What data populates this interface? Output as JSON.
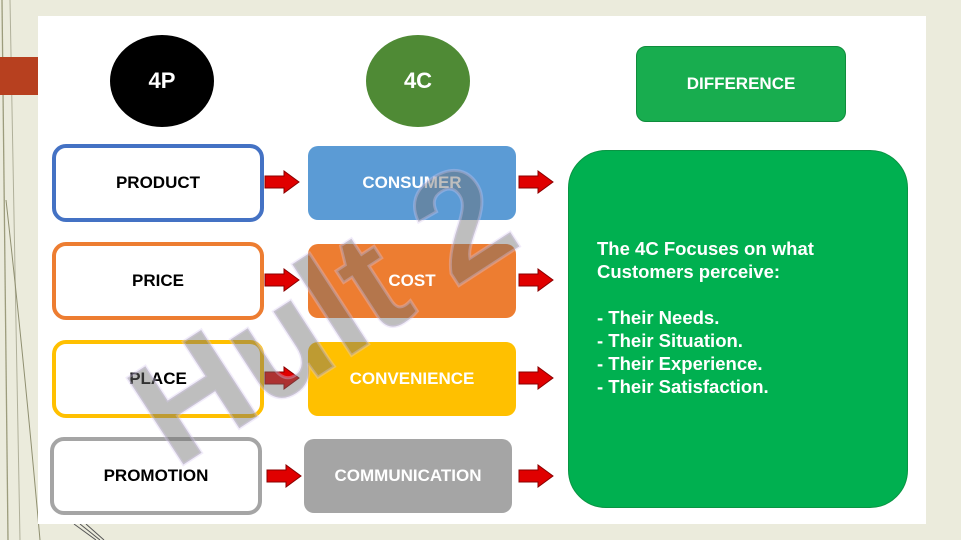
{
  "headers": {
    "p": "4P",
    "c": "4C",
    "difference": "DIFFERENCE"
  },
  "rows": [
    {
      "p": "PRODUCT",
      "c": "CONSUMER",
      "p_border": "#4472c4",
      "c_fill": "#5b9bd5"
    },
    {
      "p": "PRICE",
      "c": "COST",
      "p_border": "#ed7d31",
      "c_fill": "#ed7d31"
    },
    {
      "p": "PLACE",
      "c": "CONVENIENCE",
      "p_border": "#ffc000",
      "c_fill": "#ffc000"
    },
    {
      "p": "PROMOTION",
      "c": "COMMUNICATION",
      "p_border": "#a5a5a5",
      "c_fill": "#a5a5a5"
    }
  ],
  "difference_box": {
    "intro": "The 4C Focuses on what Customers perceive:",
    "items": [
      "- Their Needs.",
      "- Their Situation.",
      "- Their Experience.",
      "- Their Satisfaction."
    ]
  },
  "watermark_text": "Hult 2",
  "colors": {
    "circle_4p": "#000000",
    "circle_4c": "#4f8a35",
    "green_box": "#00b050",
    "arrow": "#e00000",
    "accent": "#b7401f"
  }
}
